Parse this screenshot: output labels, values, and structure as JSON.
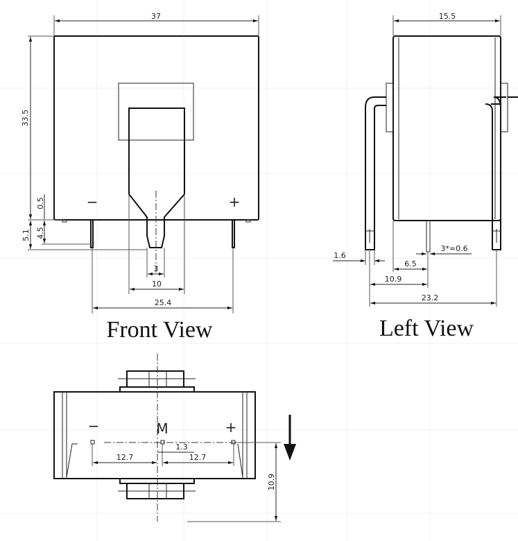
{
  "front_view": {
    "title": "Front View",
    "minus": "−",
    "plus": "+",
    "dims": {
      "width": "37",
      "height": "33.5",
      "gap": "0.5",
      "pin_len": "4.5",
      "bar_len": "5.1",
      "bar_tip": "3",
      "bar_width": "10",
      "pin_pitch": "25.4"
    }
  },
  "left_view": {
    "title": "Left View",
    "dims": {
      "depth": "15.5",
      "lead": "1.6",
      "offset": "6.5",
      "center": "10.9",
      "span": "23.2",
      "pin": "3*=0.6"
    }
  },
  "bottom_view": {
    "minus": "−",
    "plus": "+",
    "marker": "M",
    "dims": {
      "left": "12.7",
      "right": "12.7",
      "offset": "1.3",
      "depth": "10.9"
    }
  },
  "icons": {
    "arrow": "arrow-down-icon"
  }
}
